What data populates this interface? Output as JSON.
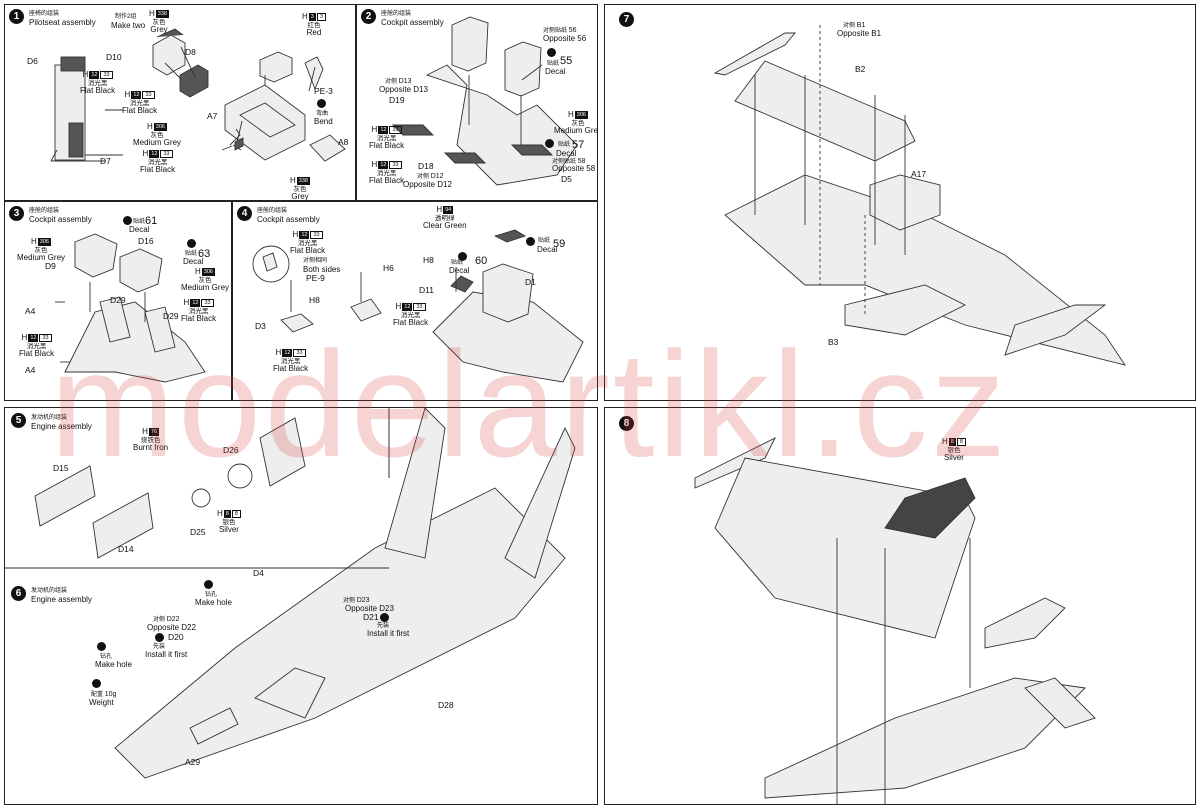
{
  "watermark": "modelartikl.cz",
  "step1": {
    "num": "1",
    "title_cn": "座椅的组装",
    "title_en": "Pilotseat assembly",
    "labels": {
      "d6": "D6",
      "d7": "D7",
      "d8": "D8",
      "d10": "D10",
      "a7": "A7",
      "a8": "A8",
      "pe3": "PE-3"
    },
    "make_two_cn": "制作2组",
    "make_two": "Make two",
    "pc_grey": {
      "code": "H",
      "n1": "338",
      "n2": "",
      "cn": "灰色",
      "en": "Grey"
    },
    "pc_red": {
      "code": "H",
      "n1": "3",
      "n2": "3",
      "cn": "红色",
      "en": "Red"
    },
    "pc_fb1": {
      "code": "H",
      "n1": "12",
      "n2": "33",
      "cn": "消光黑",
      "en": "Flat Black"
    },
    "pc_fb2": {
      "code": "H",
      "n1": "12",
      "n2": "33",
      "cn": "消光黑",
      "en": "Flat Black"
    },
    "pc_mg": {
      "code": "H",
      "n1": "306",
      "n2": "",
      "cn": "灰色",
      "en": "Medium Grey"
    },
    "pc_fb3": {
      "code": "H",
      "n1": "12",
      "n2": "33",
      "cn": "消光黑",
      "en": "Flat Black"
    },
    "pc_grey2": {
      "code": "H",
      "n1": "338",
      "n2": "",
      "cn": "灰色",
      "en": "Grey"
    },
    "bend_cn": "弯曲",
    "bend": "Bend"
  },
  "step2": {
    "num": "2",
    "title_cn": "座舱的组装",
    "title_en": "Cockpit assembly",
    "labels": {
      "d19": "D19",
      "d18": "D18",
      "d5": "D5",
      "d13": "D13",
      "d12": "D12"
    },
    "d13_cn": "对侧",
    "d13_en": "Opposite D13",
    "d12_cn": "对侧",
    "d12_en": "Opposite D12",
    "decal56_cn": "对侧贴纸",
    "decal56_n": "56",
    "decal56_en": "Opposite 56",
    "decal55": "55",
    "decal55_cn": "贴纸",
    "decal55_en": "Decal",
    "decal57": "57",
    "decal57_cn": "贴纸",
    "decal57_en": "Decal",
    "decal58_cn": "对侧贴纸",
    "decal58_n": "58",
    "decal58_en": "Opposite 58",
    "pc_fb1": {
      "code": "H",
      "n1": "12",
      "n2": "33",
      "cn": "消光黑",
      "en": "Flat Black"
    },
    "pc_fb2": {
      "code": "H",
      "n1": "12",
      "n2": "33",
      "cn": "消光黑",
      "en": "Flat Black"
    },
    "pc_mg": {
      "code": "H",
      "n1": "306",
      "n2": "",
      "cn": "灰色",
      "en": "Medium Grey"
    }
  },
  "step3": {
    "num": "3",
    "title_cn": "座舱的组装",
    "title_en": "Cockpit assembly",
    "labels": {
      "d9": "D9",
      "d16": "D16",
      "d29a": "D29",
      "d29b": "D29",
      "a4a": "A4",
      "a4b": "A4"
    },
    "decal61": "61",
    "decal63": "63",
    "decal_cn": "贴纸",
    "decal_en": "Decal",
    "pc_mg1": {
      "code": "H",
      "n1": "306",
      "n2": "",
      "cn": "灰色",
      "en": "Medium Grey"
    },
    "pc_mg2": {
      "code": "H",
      "n1": "306",
      "n2": "",
      "cn": "灰色",
      "en": "Medium Grey"
    },
    "pc_fb1": {
      "code": "H",
      "n1": "12",
      "n2": "33",
      "cn": "消光黑",
      "en": "Flat Black"
    },
    "pc_fb2": {
      "code": "H",
      "n1": "12",
      "n2": "33",
      "cn": "消光黑",
      "en": "Flat Black"
    }
  },
  "step4": {
    "num": "4",
    "title_cn": "座舱的组装",
    "title_en": "Cockpit assembly",
    "labels": {
      "d3": "D3",
      "h8a": "H8",
      "h8b": "H8",
      "h6": "H6",
      "d11": "D11",
      "d1": "D1",
      "pe9": "PE-9"
    },
    "both_cn": "对侧相同",
    "both_en": "Both sides",
    "decal60": "60",
    "decal59": "59",
    "decal_cn": "贴纸",
    "decal_en": "Decal",
    "pc_fb1": {
      "code": "H",
      "n1": "12",
      "n2": "33",
      "cn": "消光黑",
      "en": "Flat Black"
    },
    "pc_fb2": {
      "code": "H",
      "n1": "12",
      "n2": "33",
      "cn": "消光黑",
      "en": "Flat Black"
    },
    "pc_fb3": {
      "code": "H",
      "n1": "12",
      "n2": "33",
      "cn": "消光黑",
      "en": "Flat Black"
    },
    "pc_cg": {
      "code": "H",
      "n1": "94",
      "n2": "",
      "cn": "透明绿",
      "en": "Clear Green"
    }
  },
  "step5": {
    "num": "5",
    "title_cn": "发动机的组装",
    "title_en": "Engine assembly",
    "labels": {
      "d15": "D15",
      "d14": "D14",
      "d26": "D26",
      "d25": "D25"
    },
    "pc_bi": {
      "code": "H",
      "n1": "76",
      "n2": "",
      "cn": "烧铁色",
      "en": "Burnt Iron"
    },
    "pc_sv": {
      "code": "H",
      "n1": "8",
      "n2": "8",
      "cn": "银色",
      "en": "Silver"
    }
  },
  "step6": {
    "num": "6",
    "title_cn": "发动机的组装",
    "title_en": "Engine assembly",
    "labels": {
      "d4": "D4",
      "d20": "D20",
      "d21": "D21",
      "d28": "D28",
      "a29": "A29"
    },
    "d22_cn": "对侧",
    "d22": "D22",
    "d22_en": "Opposite D22",
    "d23_cn": "对侧",
    "d23": "D23",
    "d23_en": "Opposite D23",
    "install_cn": "先装",
    "install_en": "Install it first",
    "hole_cn": "钻孔",
    "hole_en": "Make hole",
    "weight_cn": "配重",
    "weight_n": "10g",
    "weight_en": "Weight"
  },
  "step7": {
    "num": "7",
    "labels": {
      "b2": "B2",
      "b3": "B3",
      "a17": "A17"
    },
    "b1_cn": "对侧",
    "b1": "B1",
    "b1_en": "Opposite B1"
  },
  "step8": {
    "num": "8",
    "pc_sv": {
      "code": "H",
      "n1": "8",
      "n2": "8",
      "cn": "银色",
      "en": "Silver"
    }
  }
}
